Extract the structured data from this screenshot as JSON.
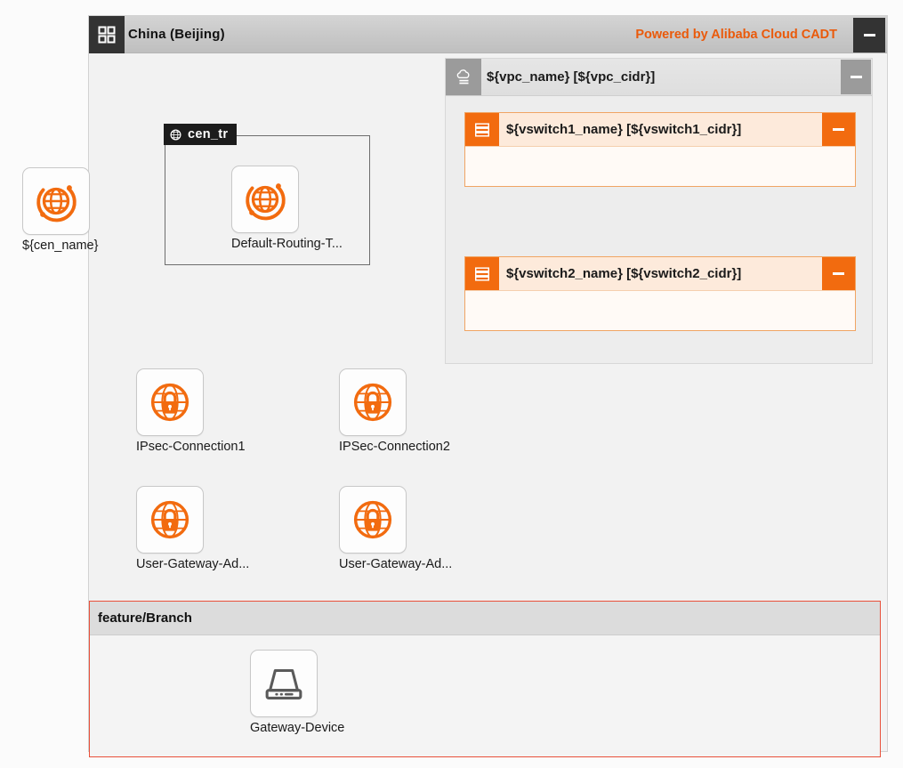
{
  "region": {
    "title": "China (Beijing)",
    "branding": "Powered by Alibaba Cloud CADT",
    "grid_icon": "grid-icon",
    "collapse_label": "-"
  },
  "vpc": {
    "title": "${vpc_name} [${vpc_cidr}]",
    "icon": "cloud-vpc-icon",
    "collapse_label": "-",
    "vswitches": [
      {
        "title": "${vswitch1_name} [${vswitch1_cidr}]",
        "icon": "vswitch-icon",
        "collapse_label": "-"
      },
      {
        "title": "${vswitch2_name} [${vswitch2_cidr}]",
        "icon": "vswitch-icon",
        "collapse_label": "-"
      }
    ]
  },
  "cen_group": {
    "badge_label": "cen_tr",
    "badge_icon": "globe-grid-icon"
  },
  "branch": {
    "title": "feature/Branch"
  },
  "nodes": {
    "cen": {
      "label": "${cen_name}",
      "icon": "cen-globe-icon"
    },
    "transit_router": {
      "label": "Default-Routing-T...",
      "icon": "cen-globe-icon"
    },
    "ipsec1": {
      "label": "IPsec-Connection1",
      "icon": "vpn-lock-globe-icon"
    },
    "ipsec2": {
      "label": "IPSec-Connection2",
      "icon": "vpn-lock-globe-icon"
    },
    "user_gateway1": {
      "label": "User-Gateway-Ad...",
      "icon": "vpn-lock-globe-icon"
    },
    "user_gateway2": {
      "label": "User-Gateway-Ad...",
      "icon": "vpn-lock-globe-icon"
    },
    "gateway_device": {
      "label": "Gateway-Device",
      "icon": "gateway-device-icon"
    }
  },
  "colors": {
    "accent_orange": "#f26b0f",
    "brand_orange": "#ea5a0b",
    "branch_red": "#e8503a",
    "dark_header": "#333333",
    "page_bg": "#fbfbfb"
  }
}
